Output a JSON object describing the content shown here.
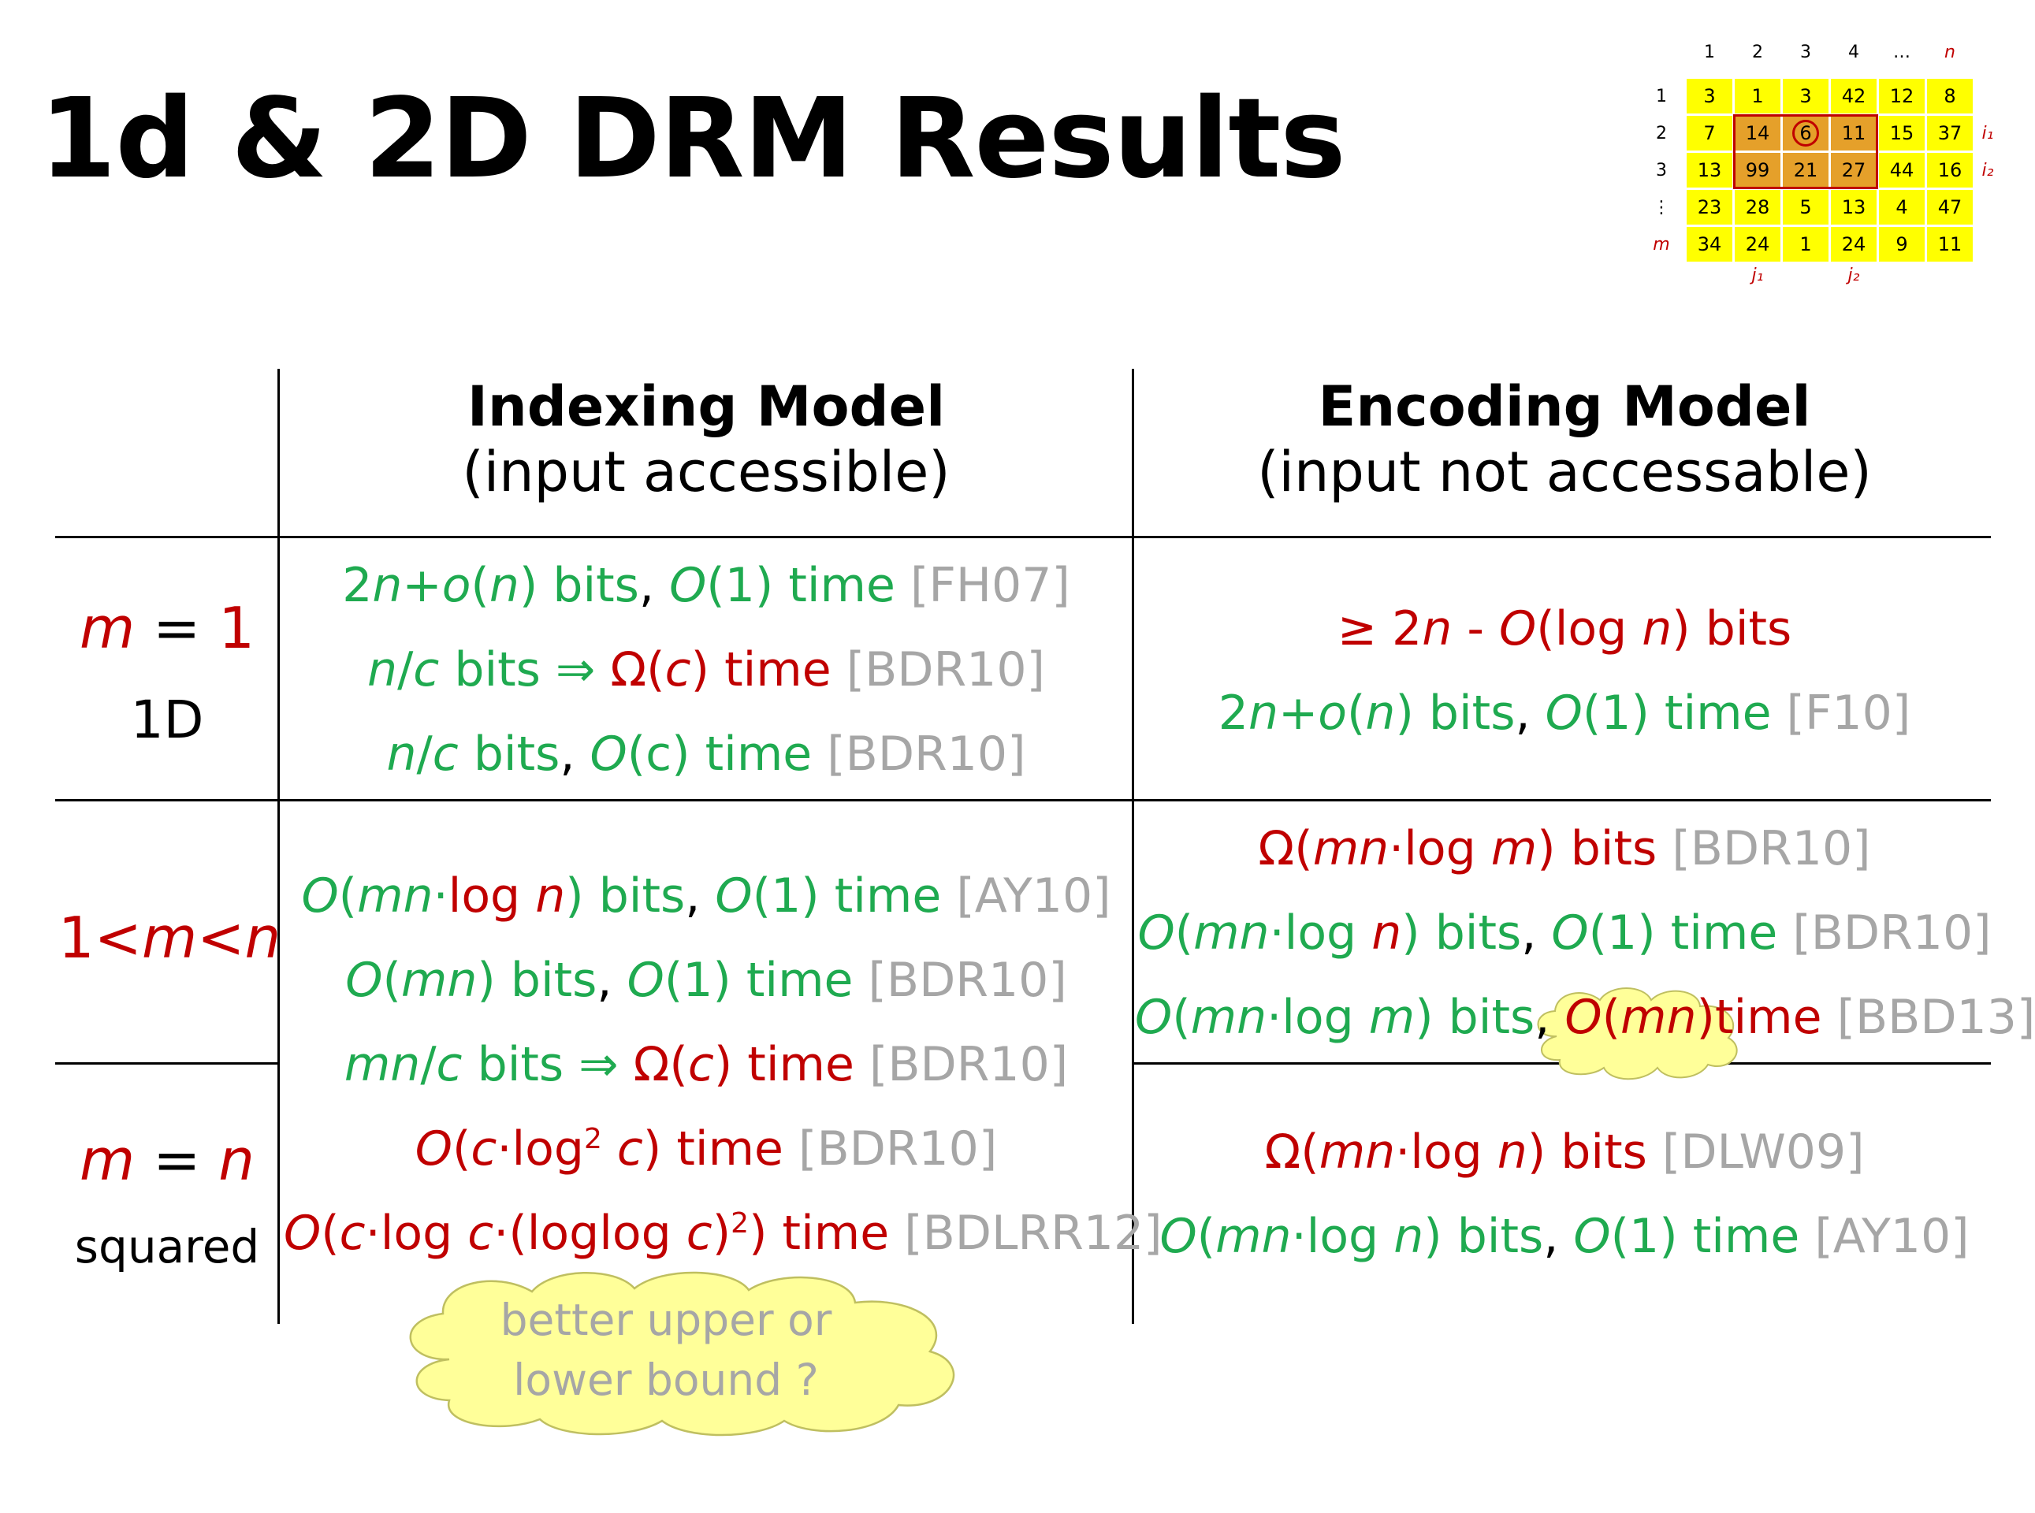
{
  "title": "1d & 2D DRM Results",
  "headers": {
    "indexing_title": "Indexing Model",
    "indexing_sub": "(input accessible)",
    "encoding_title": "Encoding Model",
    "encoding_sub": "(input not accessable)"
  },
  "rows": {
    "row1_label_math": {
      "a": "m",
      "b": " = ",
      "c": "1"
    },
    "row1_label_sub": "1D",
    "row2_label_math": {
      "a": "1<",
      "b": "m",
      "c": "<",
      "d": "n"
    },
    "row3_label_math": {
      "a": "m",
      "b": " = ",
      "c": "n"
    },
    "row3_label_sub": "squared"
  },
  "indexing": {
    "r1l1": {
      "a": "2",
      "b": "n",
      "c": "+",
      "d": "o",
      "e": "(",
      "f": "n",
      "g": ") bits",
      "h": ", ",
      "i": "O",
      "j": "(1) time",
      "k": " [FH07]"
    },
    "r1l2": {
      "a": "n",
      "b": "/",
      "c": "c",
      "d": " bits ⇒ ",
      "e": "Ω(",
      "f": "c",
      "g": ") time",
      "h": " [BDR10]"
    },
    "r1l3": {
      "a": "n",
      "b": "/",
      "c": "c",
      "d": " bits",
      "e": ", ",
      "f": "O",
      "g": "(c) time",
      "h": " [BDR10]"
    },
    "r2l1": {
      "a": "O",
      "b": "(",
      "c": "mn",
      "d": "·",
      "e": "log ",
      "f": "n",
      "g": ") bits",
      "h": ", ",
      "i": "O",
      "j": "(1) time",
      "k": " [AY10]"
    },
    "r2l2": {
      "a": "O",
      "b": "(",
      "c": "mn",
      "d": ") bits",
      "e": ", ",
      "f": "O",
      "g": "(1) time",
      "h": " [BDR10]"
    },
    "r2l3": {
      "a": "mn",
      "b": "/",
      "c": "c",
      "d": " bits ⇒ ",
      "e": "Ω(",
      "f": "c",
      "g": ") time",
      "h": " [BDR10]"
    },
    "r3l1": {
      "a": "O",
      "b": "(",
      "c": "c",
      "d": "·log",
      "e": "2",
      "f": " ",
      "g": "c",
      "h": ") time",
      "i": " [BDR10]"
    },
    "r3l2": {
      "a": "O",
      "b": "(",
      "c": "c",
      "d": "·log ",
      "e": "c",
      "f": "·(loglog ",
      "g": "c",
      "h": ")",
      "i": "2",
      "j": ") time",
      "k": " [BDLRR12]"
    }
  },
  "encoding": {
    "r1l1": {
      "a": "≥ 2",
      "b": "n",
      "c": " - ",
      "d": "O",
      "e": "(log ",
      "f": "n",
      "g": ") bits"
    },
    "r1l2": {
      "a": "2",
      "b": "n",
      "c": "+",
      "d": "o",
      "e": "(",
      "f": "n",
      "g": ") bits",
      "h": ", ",
      "i": "O",
      "j": "(1) time",
      "k": " [F10]"
    },
    "r2l1": {
      "a": "Ω(",
      "b": "mn",
      "c": "·log ",
      "d": "m",
      "e": ") bits",
      "f": " [BDR10]"
    },
    "r2l2": {
      "a": "O",
      "b": "(",
      "c": "mn",
      "d": "·log ",
      "e": "n",
      "f": ") bits",
      "g": ", ",
      "h": "O",
      "i": "(1) time",
      "j": " [BDR10]"
    },
    "r2l3": {
      "a": "O",
      "b": "(",
      "c": "mn",
      "d": "·log ",
      "e": "m",
      "f": ") bits",
      "g": ", ",
      "h": "O",
      "i": "(",
      "j": "mn",
      "k": ")",
      "l": "time",
      "m": " [BBD13]"
    },
    "r3l1": {
      "a": "Ω(",
      "b": "mn",
      "c": "·log ",
      "d": "n",
      "e": ") bits",
      "f": " [DLW09]"
    },
    "r3l2": {
      "a": "O",
      "b": "(",
      "c": "mn",
      "d": "·log ",
      "e": "n",
      "f": ") bits",
      "g": ", ",
      "h": "O",
      "i": "(1) time",
      "j": " [AY10]"
    }
  },
  "cloud_text": {
    "l1": "better upper or",
    "l2": "lower bound ?"
  },
  "matrix": {
    "col_headers": [
      "1",
      "2",
      "3",
      "4",
      "…",
      "n"
    ],
    "row_headers": [
      "1",
      "2",
      "3",
      "⋮",
      "m"
    ],
    "rows": [
      [
        "3",
        "1",
        "3",
        "42",
        "12",
        "8"
      ],
      [
        "7",
        "14",
        "6",
        "11",
        "15",
        "37"
      ],
      [
        "13",
        "99",
        "21",
        "27",
        "44",
        "16"
      ],
      [
        "23",
        "28",
        "5",
        "13",
        "4",
        "47"
      ],
      [
        "34",
        "24",
        "1",
        "24",
        "9",
        "11"
      ]
    ],
    "i1": "i₁",
    "i2": "i₂",
    "j1": "j₁",
    "j2": "j₂",
    "cell_color": "#ffff00",
    "selected_color": "#e5a02a",
    "highlight_color": "#c00000"
  },
  "colors": {
    "green": "#1faa50",
    "red": "#c00000",
    "gray": "#a6a6a6"
  }
}
